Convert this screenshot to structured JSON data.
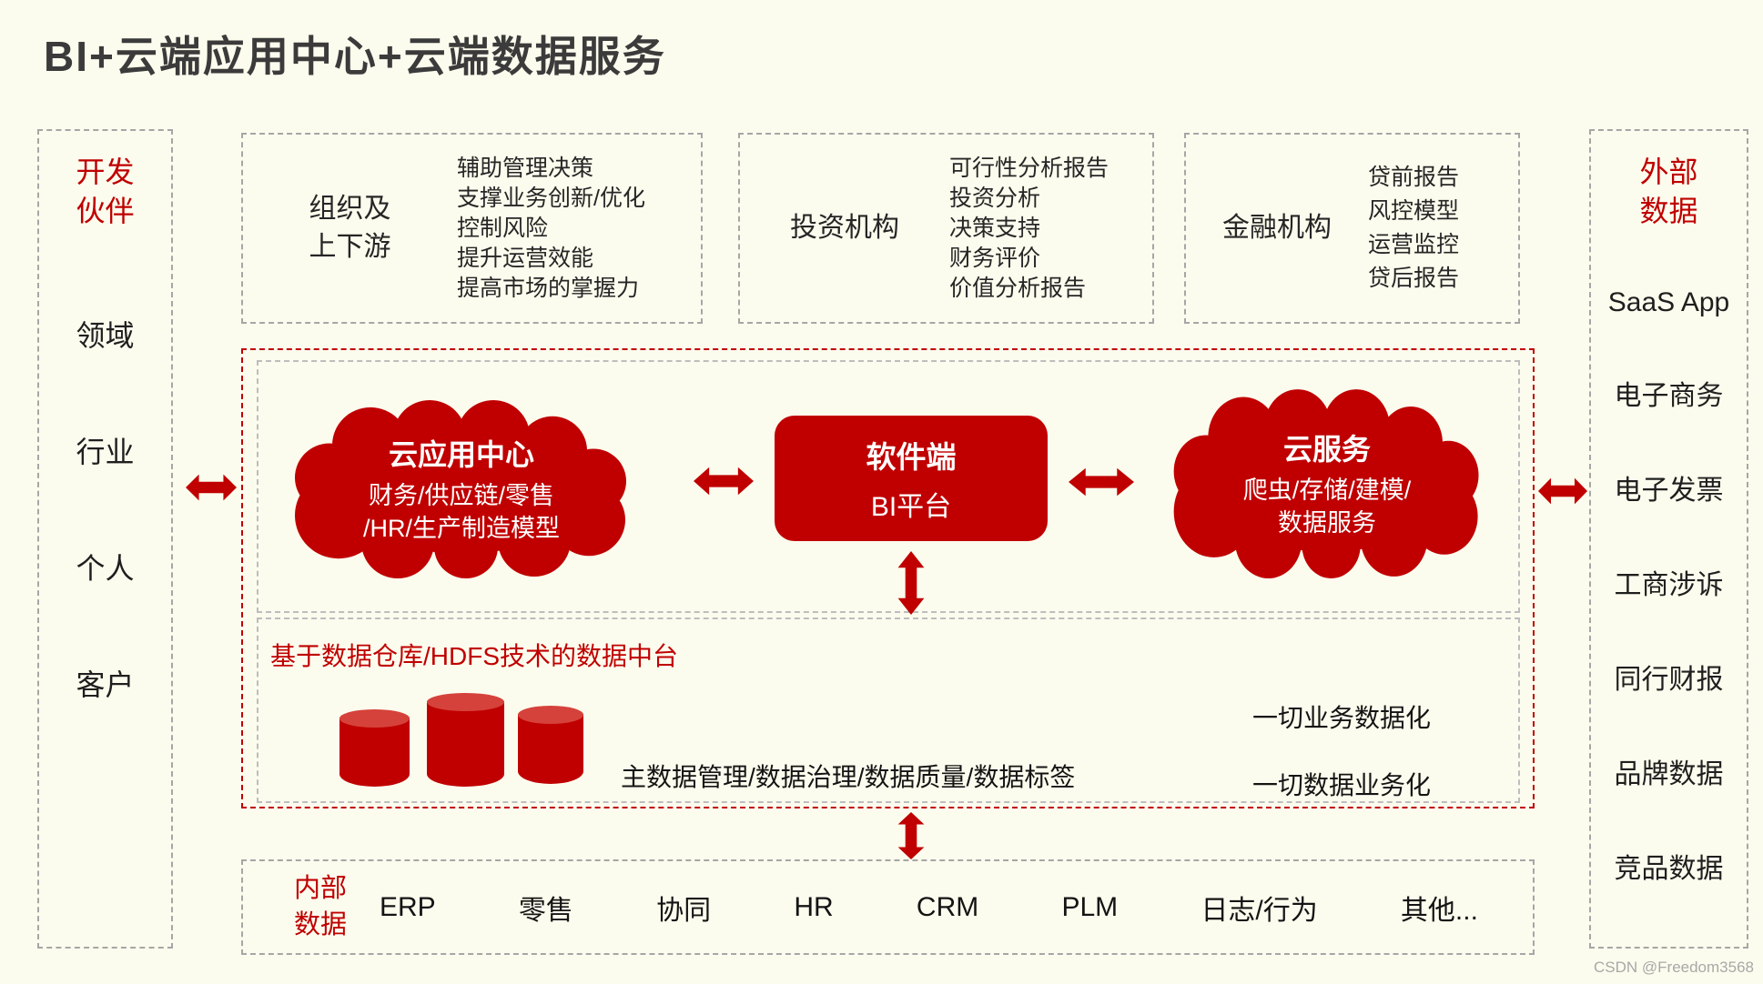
{
  "title": "BI+云端应用中心+云端数据服务",
  "colors": {
    "accent_red": "#c00000",
    "background": "#fcfcee"
  },
  "left_panel": {
    "header": "开发\n伙伴",
    "items": [
      "领域",
      "行业",
      "个人",
      "客户"
    ]
  },
  "top_boxes": [
    {
      "label": "组织及\n上下游",
      "items": [
        "辅助管理决策",
        "支撑业务创新/优化",
        "控制风险",
        "提升运营效能",
        "提高市场的掌握力"
      ]
    },
    {
      "label": "投资机构",
      "items": [
        "可行性分析报告",
        "投资分析",
        "决策支持",
        "财务评价",
        "价值分析报告"
      ]
    },
    {
      "label": "金融机构",
      "items": [
        "贷前报告",
        "风控模型",
        "运营监控",
        "贷后报告"
      ]
    }
  ],
  "right_panel": {
    "header": "外部\n数据",
    "items": [
      "SaaS App",
      "电子商务",
      "电子发票",
      "工商涉诉",
      "同行财报",
      "品牌数据",
      "竞品数据"
    ]
  },
  "platform": {
    "cloud_left": {
      "title": "云应用中心",
      "body": "财务/供应链/零售\n/HR/生产制造模型"
    },
    "center": {
      "title": "软件端",
      "subtitle": "BI平台"
    },
    "cloud_right": {
      "title": "云服务",
      "body": "爬虫/存储/建模/\n数据服务"
    }
  },
  "data_platform": {
    "title": "基于数据仓库/HDFS技术的数据中台",
    "caption": "主数据管理/数据治理/数据质量/数据标签",
    "slogans": [
      "一切业务数据化",
      "一切数据业务化"
    ]
  },
  "bottom_panel": {
    "header": "内部\n数据",
    "items": [
      "ERP",
      "零售",
      "协同",
      "HR",
      "CRM",
      "PLM",
      "日志/行为",
      "其他..."
    ]
  },
  "watermark": "CSDN @Freedom3568"
}
